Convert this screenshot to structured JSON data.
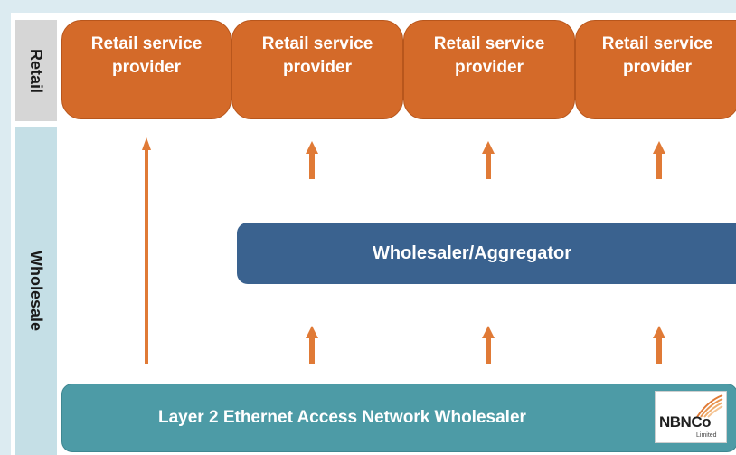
{
  "labels": {
    "retail": "Retail",
    "wholesale": "Wholesale"
  },
  "retail_providers": [
    {
      "line1": "Retail service",
      "line2": "provider"
    },
    {
      "line1": "Retail service",
      "line2": "provider"
    },
    {
      "line1": "Retail service",
      "line2": "provider"
    },
    {
      "line1": "Retail service",
      "line2": "provider"
    }
  ],
  "aggregator": {
    "label": "Wholesaler/Aggregator"
  },
  "layer2": {
    "label": "Layer 2 Ethernet Access Network Wholesaler"
  },
  "logo": {
    "name": "NBNCo",
    "sub": "Limited",
    "icon": "nbnco-logo"
  },
  "colors": {
    "retail_box": "#d46a29",
    "aggregator": "#3a628f",
    "layer2": "#4d9ba6",
    "arrow": "#e07a36"
  }
}
